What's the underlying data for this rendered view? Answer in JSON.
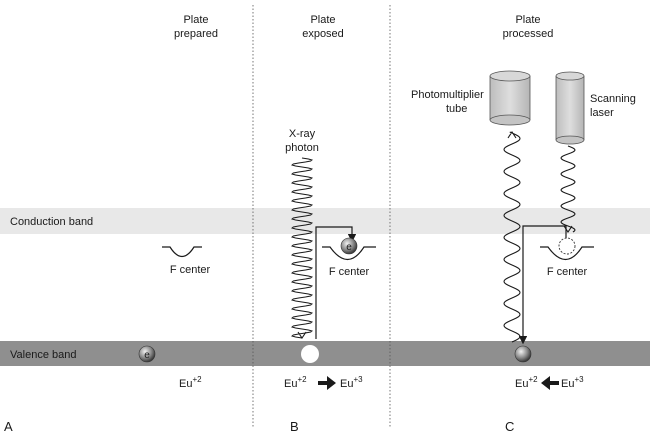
{
  "columns": {
    "a": {
      "title_line1": "Plate",
      "title_line2": "prepared",
      "letter": "A",
      "eu_left": "Eu",
      "eu_left_sup": "+2"
    },
    "b": {
      "title_line1": "Plate",
      "title_line2": "exposed",
      "letter": "B",
      "eu_left": "Eu",
      "eu_left_sup": "+2",
      "eu_right": "Eu",
      "eu_right_sup": "+3"
    },
    "c": {
      "title_line1": "Plate",
      "title_line2": "processed",
      "letter": "C",
      "eu_left": "Eu",
      "eu_left_sup": "+2",
      "eu_right": "Eu",
      "eu_right_sup": "+3"
    }
  },
  "bands": {
    "conduction": "Conduction band",
    "valence": "Valence band"
  },
  "labels": {
    "f_center": "F center",
    "xray_line1": "X-ray",
    "xray_line2": "photon",
    "pmt_line1": "Photomultiplier",
    "pmt_line2": "tube",
    "laser_line1": "Scanning",
    "laser_line2": "laser",
    "electron": "e"
  },
  "colors": {
    "conduction_band": "#e8e8e8",
    "valence_band": "#8f8f8f",
    "divider": "#555555",
    "tube": "#cfcfcf"
  }
}
